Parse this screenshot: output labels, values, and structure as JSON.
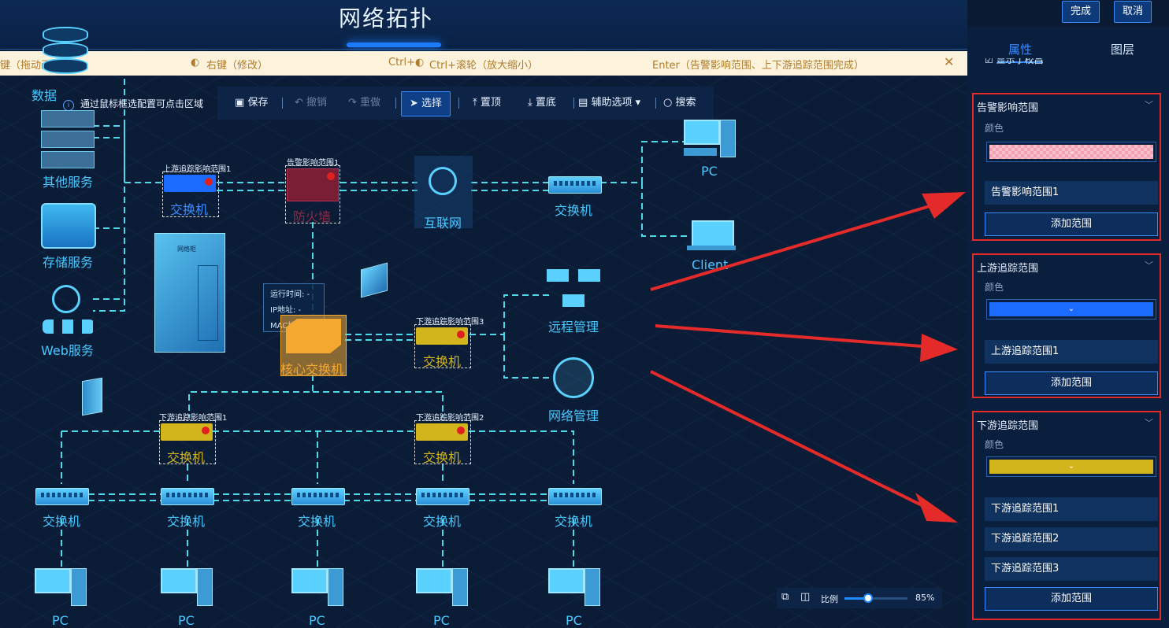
{
  "header": {
    "title": "网络拓扑",
    "done_label": "完成",
    "cancel_label": "取消"
  },
  "hints": {
    "left": "键（拖动画布）",
    "right_click": "右键（修改）",
    "ctrl": "Ctrl+",
    "zoom": "Ctrl+滚轮（放大缩小）",
    "enter": "Enter（告警影响范围、上下游追踪范围完成）",
    "close": "✕"
  },
  "tip": "通过鼠标框选配置可点击区域",
  "toolbar": {
    "save": "保存",
    "undo": "撤销",
    "redo": "重做",
    "select": "选择",
    "top": "置顶",
    "bottom": "置底",
    "aux": "辅助选项",
    "search": "搜索"
  },
  "nodes": {
    "data_service": "数据",
    "other_service": "其他服务",
    "storage_service": "存储服务",
    "web_service": "Web服务",
    "switch_upstream": "交换机",
    "upstream_range_label": "上游追踪影响范围1",
    "firewall": "防火墙",
    "alarm_range_label": "告警影响范围1",
    "internet": "互联网",
    "switch_top": "交换机",
    "pc_top": "PC",
    "client": "Client",
    "remote_mgmt": "远程管理",
    "net_mgmt": "网络管理",
    "core_switch": "核心交换机",
    "downstream3_label": "下游追踪影响范围3",
    "switch_ds3": "交换机",
    "downstream1_label": "下游追踪影响范围1",
    "switch_ds1": "交换机",
    "downstream2_label": "下游追踪影响范围2",
    "switch_ds2": "交换机",
    "switch_row": [
      "交换机",
      "交换机",
      "交换机",
      "交换机",
      "交换机"
    ],
    "pc_row": [
      "PC",
      "PC",
      "PC",
      "PC",
      "PC"
    ],
    "rack_text": "网络柜",
    "info_runtime": "运行时间: -",
    "info_ip": "IP地址: -",
    "info_mac": "MAC地址: -"
  },
  "zoom": {
    "label": "比例",
    "value": "85%",
    "level": 0.85
  },
  "panel": {
    "tab_props": "属性",
    "tab_layers": "图层",
    "cut_text": "显示了校昌",
    "groups": {
      "alarm": {
        "title": "告警影响范围",
        "color_label": "颜色",
        "color": "#f3a0b0",
        "items": [
          "告警影响范围1"
        ],
        "add": "添加范围"
      },
      "upstream": {
        "title": "上游追踪范围",
        "color_label": "颜色",
        "color": "#1c6bff",
        "items": [
          "上游追踪范围1"
        ],
        "add": "添加范围"
      },
      "downstream": {
        "title": "下游追踪范围",
        "color_label": "颜色",
        "color": "#d2b51d",
        "items": [
          "下游追踪范围1",
          "下游追踪范围2",
          "下游追踪范围3"
        ],
        "add": "添加范围"
      }
    }
  },
  "colors": {
    "accent": "#3a8cff",
    "annotation_red": "#e52a2a",
    "link": "#4fd8e8",
    "label": "#47c8ff"
  }
}
